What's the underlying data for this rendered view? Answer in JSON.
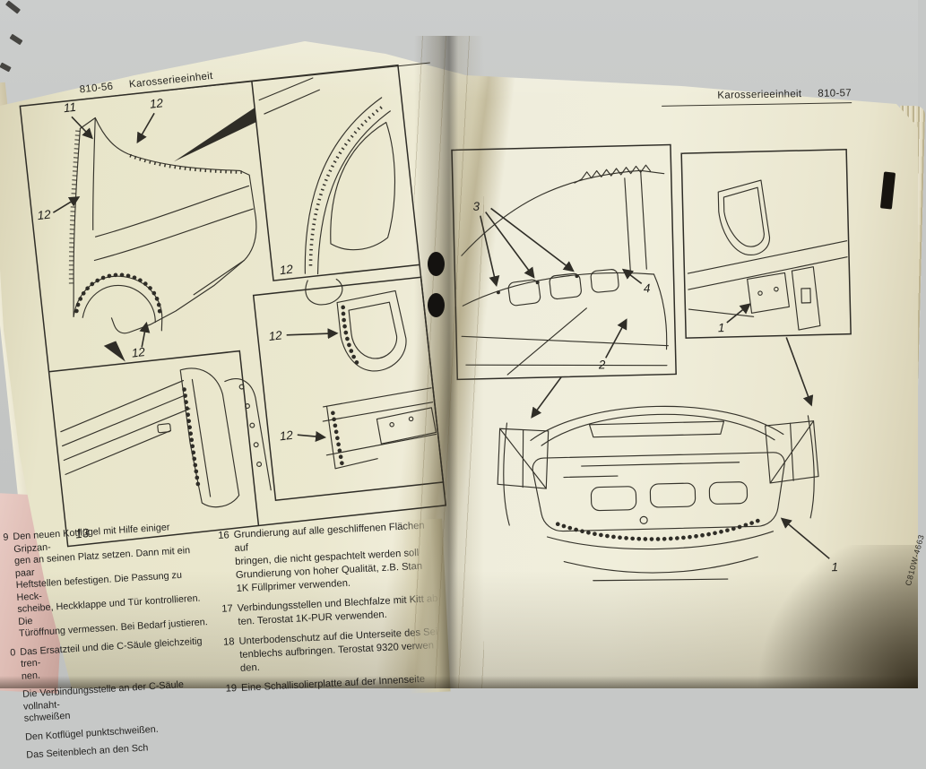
{
  "photo": {
    "background_color": "#c6c8c7",
    "page_color": "#ece9d0",
    "ink_color": "#2f2d27"
  },
  "left_page": {
    "header": {
      "page_number": "810-56",
      "title": "Karosserieeinheit"
    },
    "figure": {
      "main_callouts": [
        {
          "label": "11"
        },
        {
          "label": "12"
        },
        {
          "label": "12"
        },
        {
          "label": "12"
        }
      ],
      "inset_top_right_label": "12",
      "inset_mid_callouts": [
        {
          "label": "12"
        },
        {
          "label": "12"
        }
      ],
      "inset_bottom_left_label": "13"
    },
    "columns": [
      {
        "items": [
          {
            "num": "9",
            "text": "Den neuen Kotflügel mit Hilfe einiger Gripzan-\ngen an seinen Platz setzen. Dann mit ein paar\nHeftstellen befestigen. Die Passung zu Heck-\nscheibe, Heckklappe und Tür kontrollieren. Die\nTüröffnung vermessen. Bei Bedarf justieren."
          },
          {
            "num": "0",
            "text": "Das Ersatzteil und die C-Säule gleichzeitig tren-\nnen."
          },
          {
            "num": "",
            "text": "Die Verbindungsstelle an der C-Säule vollnaht-\nschweißen"
          },
          {
            "num": "",
            "text": "Den Kotflügel punktschweißen."
          },
          {
            "num": "",
            "text": "Das Seitenblech an den Sch"
          }
        ]
      },
      {
        "items": [
          {
            "num": "16",
            "text": "Grundierung auf alle geschliffenen Flächen auf\nbringen, die nicht gespachtelt werden soll\nGrundierung von hoher Qualität, z.B. Stan\n1K Füllprimer verwenden."
          },
          {
            "num": "17",
            "text": "Verbindungsstellen und Blechfalze mit Kitt ab\nten. Terostat 1K-PUR verwenden."
          },
          {
            "num": "18",
            "text": "Unterbodenschutz auf die Unterseite des Sei\ntenblechs aufbringen. Terostat 9320 verwen\nden."
          },
          {
            "num": "19",
            "text": "Eine Schallisolierplatte auf der Innenseite"
          }
        ]
      }
    ]
  },
  "right_page": {
    "header": {
      "title": "Karosserieeinheit",
      "page_number": "810-57"
    },
    "figure": {
      "box1_callouts": [
        {
          "label": "3"
        },
        {
          "label": "4"
        },
        {
          "label": "2"
        }
      ],
      "box2_callout_label": "1",
      "rear_view_callout_label": "1",
      "code": "C810W-4663"
    }
  }
}
